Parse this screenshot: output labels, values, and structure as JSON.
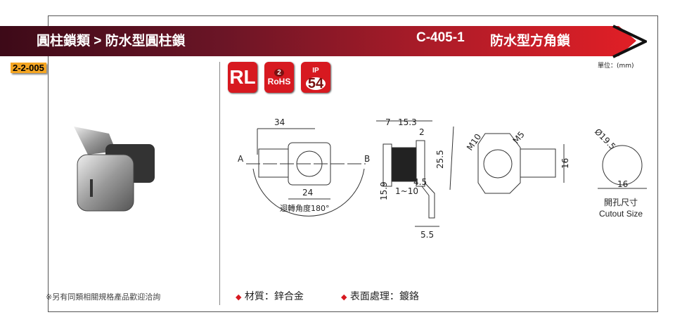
{
  "header": {
    "category": "圓柱鎖類 > 防水型圓柱鎖",
    "model": "C-405-1",
    "product_name": "防水型方角鎖"
  },
  "code": "2-2-005",
  "unit": "單位：(mm)",
  "badges": [
    {
      "label": "RL"
    },
    {
      "label": "RoHS",
      "sub": "2"
    },
    {
      "label": "54",
      "sub": "IP"
    }
  ],
  "dimensions": {
    "width34": "34",
    "width24": "24",
    "A": "A",
    "B": "B",
    "rotation": "迴轉角度180°",
    "d7": "7",
    "d15_3": "15.3",
    "d2": "2",
    "d25_5": "25.5",
    "d15_9": "15.9",
    "d4_5": "4.5",
    "d1_10": "1~10",
    "d5_5": "5.5",
    "m10": "M10",
    "m5": "M5",
    "d16": "16",
    "phi": "Ø19.5",
    "cut16": "16"
  },
  "cutout": {
    "zh": "開孔尺寸",
    "en": "Cutout Size"
  },
  "footer": {
    "note": "※另有同類相關規格產品歡迎洽詢",
    "material": "材質：鋅合金",
    "finish": "表面處理：鍍鉻",
    "bullet": "◆"
  }
}
